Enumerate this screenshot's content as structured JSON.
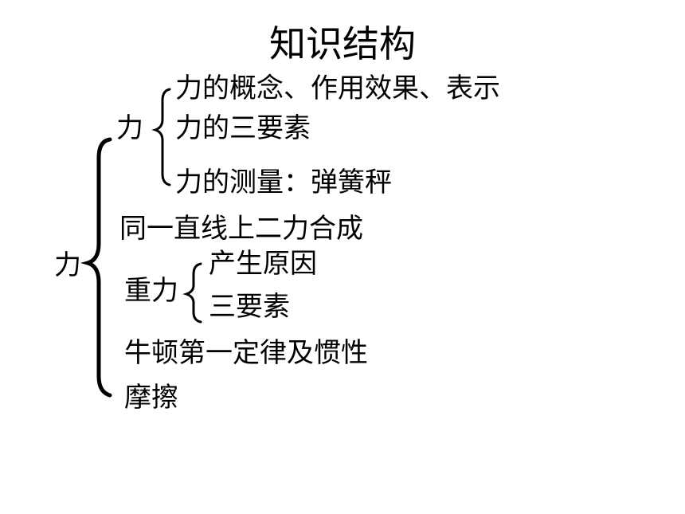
{
  "title": "知识结构",
  "root": "力",
  "sections": {
    "force": {
      "label": "力",
      "items": [
        "力的概念、作用效果、表示",
        "力的三要素",
        "力的测量：弹簧秤"
      ]
    },
    "resultant": "同一直线上二力合成",
    "gravity": {
      "label": "重力",
      "items": [
        "产生原因",
        "三要素"
      ]
    },
    "newton": "牛顿第一定律及惯性",
    "friction": "摩擦"
  }
}
